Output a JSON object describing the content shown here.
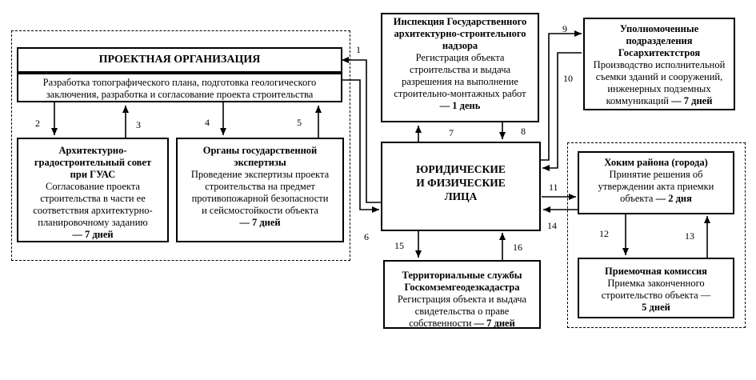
{
  "project_org": {
    "title": "ПРОЕКТНАЯ ОРГАНИЗАЦИЯ",
    "desc_line1": "Разработка топографического плана, подготовка геологического",
    "desc_line2": "заключения, разработка и согласование проекта строительства"
  },
  "arch_council": {
    "title_line1": "Архитектурно-",
    "title_line2": "градостроительный совет",
    "title_line3": "при ГУАС",
    "desc_line1": "Согласование проекта",
    "desc_line2": "строительства в части ее",
    "desc_line3": "соответствия архитектурно-",
    "desc_line4": "планировочному заданию",
    "term": "— 7 дней"
  },
  "expertise": {
    "title_line1": "Органы государственной",
    "title_line2": "экспертизы",
    "desc_line1": "Проведение экспертизы проекта",
    "desc_line2": "строительства на предмет",
    "desc_line3": "противопожарной безопасности",
    "desc_line4": "и сейсмостойкости объекта",
    "term": "— 7 дней"
  },
  "inspection": {
    "title_line1": "Инспекция Государственного",
    "title_line2": "архитектурно-строительного",
    "title_line3": "надзора",
    "desc_line1": "Регистрация объекта",
    "desc_line2": "строительства и выдача",
    "desc_line3": "разрешения на выполнение",
    "desc_line4": "строительно-монтажных работ",
    "term": "— 1 день"
  },
  "authorized": {
    "title_line1": "Уполномоченные",
    "title_line2": "подразделения",
    "title_line3": "Госархитектстроя",
    "desc_line1": "Производство исполнительной",
    "desc_line2": "съемки зданий и сооружений,",
    "desc_line3": "инженерных подземных",
    "desc_line4": "коммуникаций",
    "term": "— 7 дней"
  },
  "persons": {
    "line1": "ЮРИДИЧЕСКИЕ",
    "line2": "И ФИЗИЧЕСКИЕ",
    "line3": "ЛИЦА"
  },
  "khokim": {
    "title": "Хоким района (города)",
    "desc_line1": "Принятие решения об",
    "desc_line2": "утверждении акта приемки",
    "desc_line3": "объекта",
    "term": "— 2 дня"
  },
  "territorial": {
    "title_line1": "Территориальные службы",
    "title_line2": "Госкомземгеодезкадастра",
    "desc_line1": "Регистрация объекта и выдача",
    "desc_line2": "свидетельства о праве",
    "desc_line3": "собственности",
    "term": "— 7 дней"
  },
  "commission": {
    "title": "Приемочная комиссия",
    "desc_line1": "Приемка законченного",
    "desc_line2": "строительство объекта —",
    "term": "5 дней"
  },
  "arrow_numbers": {
    "n1": "1",
    "n2": "2",
    "n3": "3",
    "n4": "4",
    "n5": "5",
    "n6": "6",
    "n7": "7",
    "n8": "8",
    "n9": "9",
    "n10": "10",
    "n11": "11",
    "n12": "12",
    "n13": "13",
    "n14": "14",
    "n15": "15",
    "n16": "16"
  }
}
